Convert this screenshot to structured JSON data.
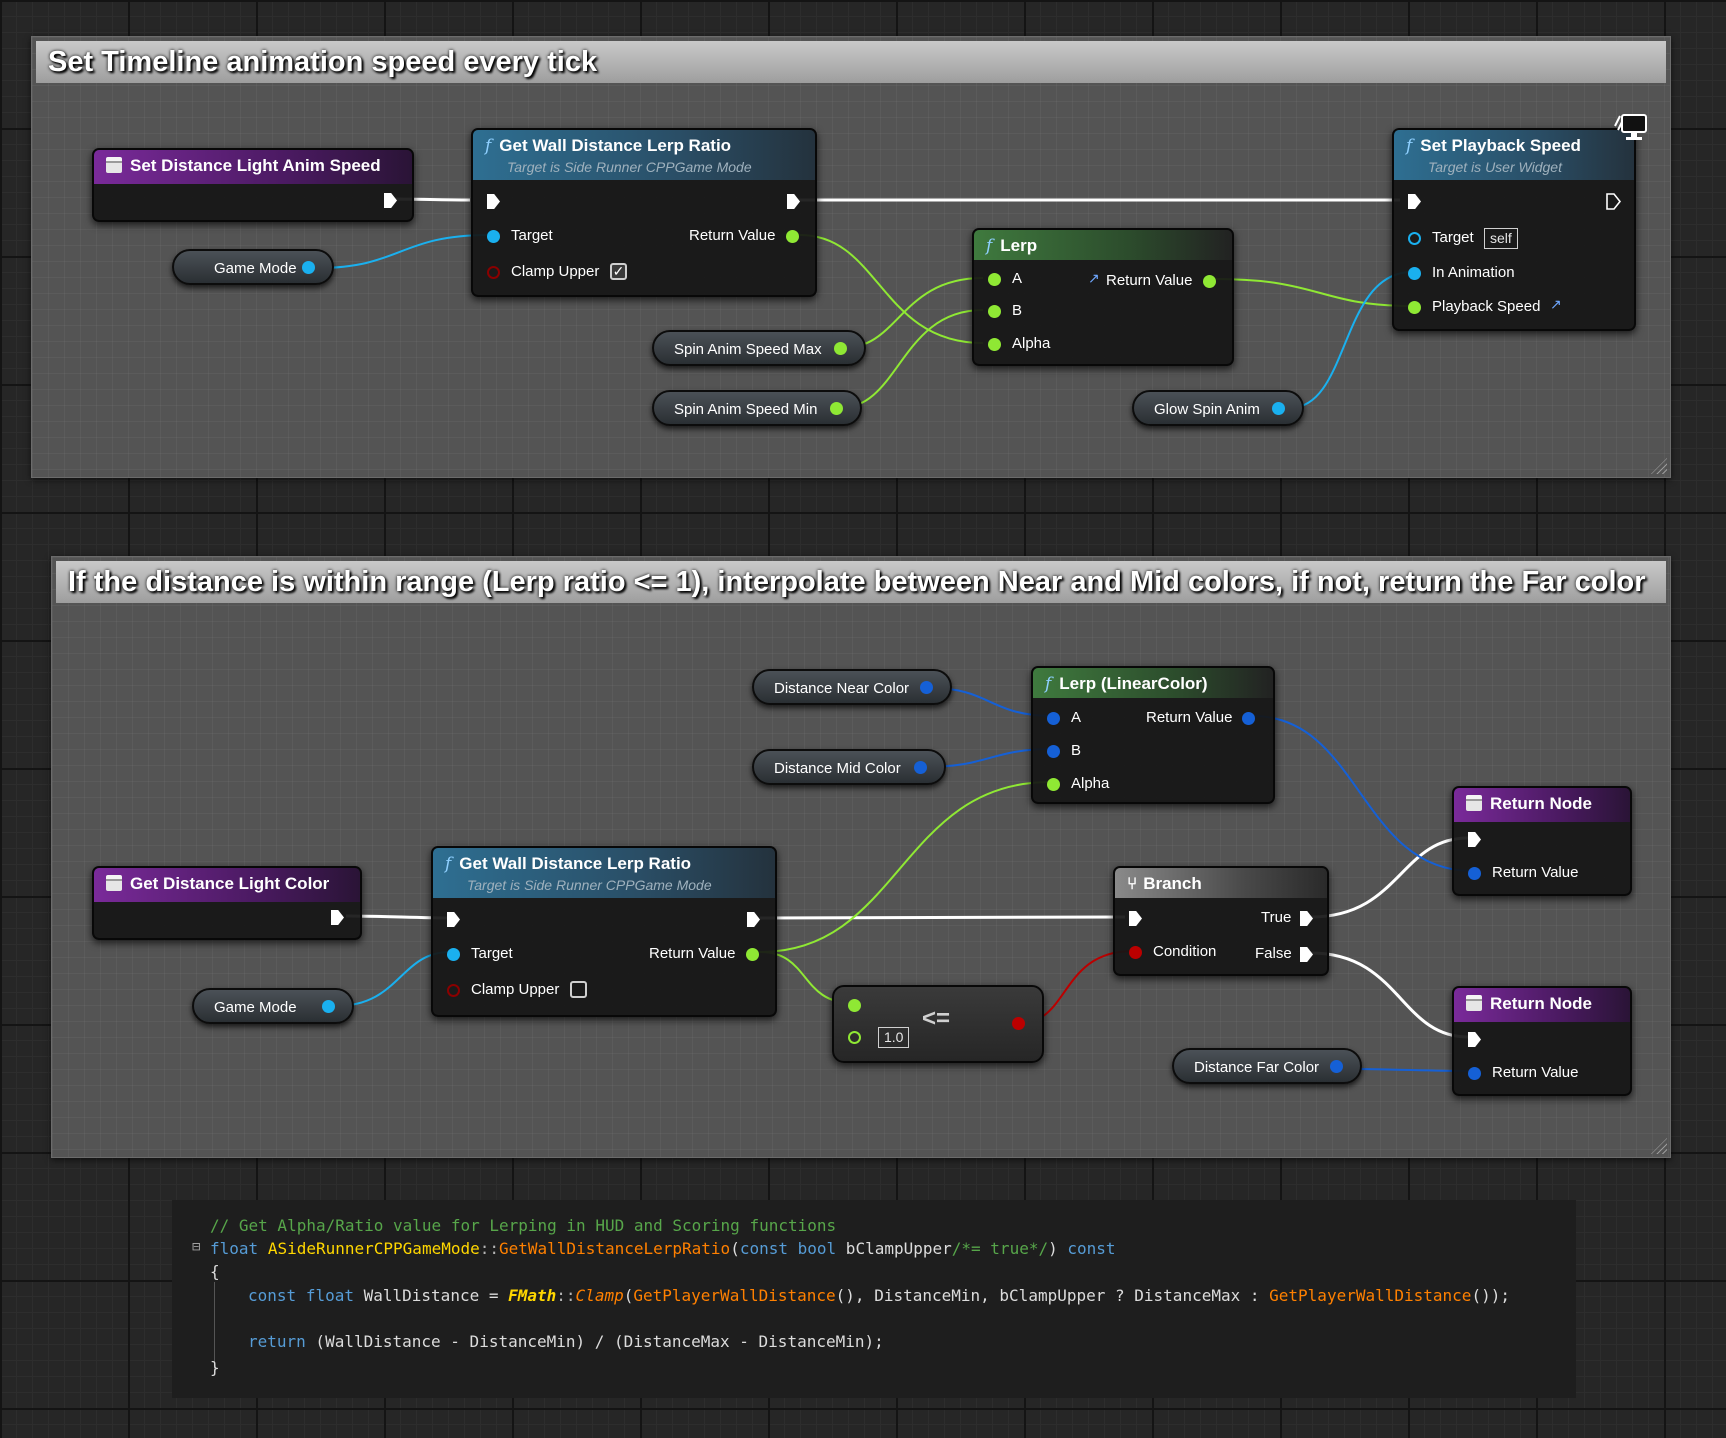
{
  "comment1": {
    "title": "Set Timeline animation speed every tick"
  },
  "comment2": {
    "title": "If the distance is within range (Lerp ratio <= 1), interpolate between Near and Mid colors, if not, return the Far color"
  },
  "graph1": {
    "event_node": {
      "title": "Set Distance Light Anim Speed"
    },
    "game_mode_var": {
      "label": "Game Mode"
    },
    "get_ratio_node": {
      "title": "Get Wall Distance Lerp Ratio",
      "subtitle": "Target is Side Runner CPPGame Mode",
      "target_pin": "Target",
      "clamp_pin": "Clamp Upper",
      "return_pin": "Return Value",
      "clamp_checked": true
    },
    "lerp_node": {
      "title": "Lerp",
      "a_pin": "A",
      "b_pin": "B",
      "alpha_pin": "Alpha",
      "return_pin": "Return Value"
    },
    "spin_max_var": {
      "label": "Spin Anim Speed Max"
    },
    "spin_min_var": {
      "label": "Spin Anim Speed Min"
    },
    "glow_var": {
      "label": "Glow Spin Anim"
    },
    "playback_node": {
      "title": "Set Playback Speed",
      "subtitle": "Target is User Widget",
      "target_pin": "Target",
      "target_default": "self",
      "anim_pin": "In Animation",
      "speed_pin": "Playback Speed"
    }
  },
  "graph2": {
    "event_node": {
      "title": "Get Distance Light Color"
    },
    "game_mode_var": {
      "label": "Game Mode"
    },
    "get_ratio_node": {
      "title": "Get Wall Distance Lerp Ratio",
      "subtitle": "Target is Side Runner CPPGame Mode",
      "target_pin": "Target",
      "clamp_pin": "Clamp Upper",
      "return_pin": "Return Value",
      "clamp_checked": false
    },
    "near_var": {
      "label": "Distance Near Color"
    },
    "mid_var": {
      "label": "Distance Mid Color"
    },
    "far_var": {
      "label": "Distance Far Color"
    },
    "lerp_color_node": {
      "title": "Lerp (LinearColor)",
      "a_pin": "A",
      "b_pin": "B",
      "alpha_pin": "Alpha",
      "return_pin": "Return Value"
    },
    "compare_node": {
      "operator": "<=",
      "literal": "1.0"
    },
    "branch_node": {
      "title": "Branch",
      "condition_pin": "Condition",
      "true_pin": "True",
      "false_pin": "False"
    },
    "return_node_1": {
      "title": "Return Node",
      "return_pin": "Return Value"
    },
    "return_node_2": {
      "title": "Return Node",
      "return_pin": "Return Value"
    }
  },
  "code": {
    "comment": "// Get Alpha/Ratio value for Lerping in HUD and Scoring functions",
    "sig": {
      "kw_float": "float",
      "class": "ASideRunnerCPPGameMode",
      "sep": "::",
      "func": "GetWallDistanceLerpRatio",
      "open": "(",
      "kw_const": "const",
      "kw_bool": "bool",
      "param": " bClampUpper",
      "default_cm": "/*= true*/",
      "close": ") ",
      "kw_const2": "const"
    },
    "open_brace": "{",
    "line3": {
      "kw_const": "const",
      "kw_float": "float",
      "var": " WallDistance = ",
      "fmath": "FMath",
      "sep": "::",
      "clamp": "Clamp",
      "p1": "(",
      "gpwd": "GetPlayerWallDistance",
      "args": "(), DistanceMin, bClampUpper ? DistanceMax : ",
      "gpwd2": "GetPlayerWallDistance",
      "tail": "());"
    },
    "line4": {
      "kw_return": "return",
      "expr": " (WallDistance - DistanceMin) / (DistanceMax - DistanceMin);"
    },
    "close_brace": "}",
    "collapse_glyph": "⊟"
  },
  "colors": {
    "exec": "#ffffff",
    "object_pin": "#1ab0ef",
    "float_pin": "#8fe834",
    "struct_pin": "#1560d6",
    "bool_pin": "#bb0000"
  },
  "icons": [
    "function-icon",
    "event-icon",
    "branch-icon",
    "replicated-icon",
    "exec-pin-icon"
  ]
}
